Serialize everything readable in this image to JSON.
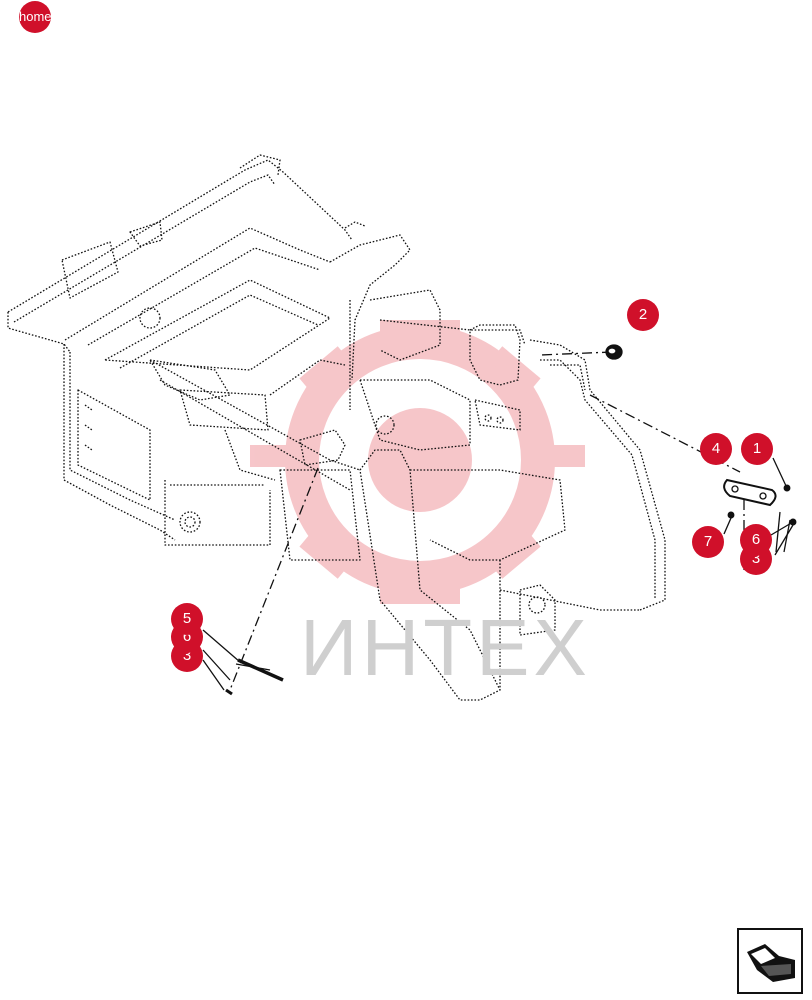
{
  "header": {
    "home_label": "home"
  },
  "watermark": {
    "text": "ИНТЕХ",
    "color": "#f4b3b8"
  },
  "callouts": [
    {
      "id": "callout-2a",
      "label": "2"
    },
    {
      "id": "callout-4",
      "label": "4"
    },
    {
      "id": "callout-1",
      "label": "1"
    },
    {
      "id": "callout-7",
      "label": "7"
    },
    {
      "id": "callout-3a",
      "label": "3"
    },
    {
      "id": "callout-6a",
      "label": "6"
    },
    {
      "id": "callout-3b",
      "label": "3"
    },
    {
      "id": "callout-6b",
      "label": "6"
    },
    {
      "id": "callout-5",
      "label": "5"
    }
  ],
  "icons": {
    "nav": "arrow-back-icon"
  },
  "colors": {
    "accent": "#d0102a",
    "line": "#111111"
  }
}
